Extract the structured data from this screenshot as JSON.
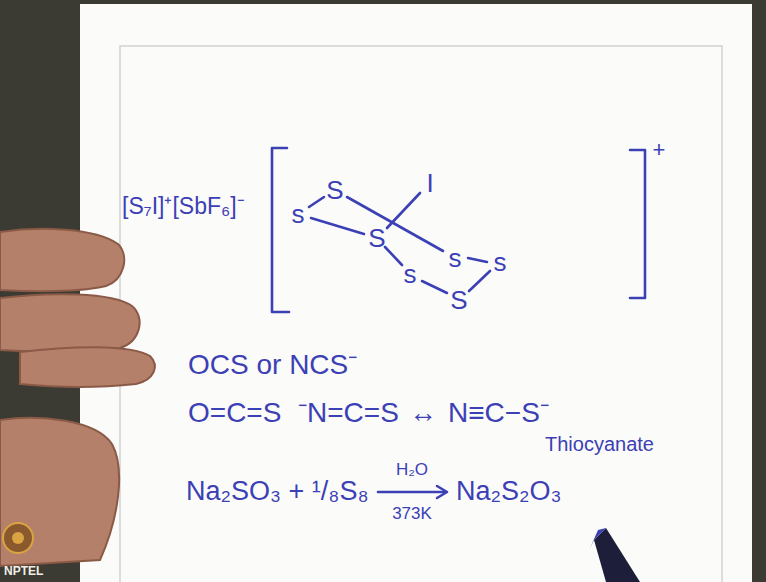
{
  "diagram": {
    "labels": [
      "[S₇I]⁺[SbF₆]⁻",
      "S",
      "I",
      "s",
      "S",
      "s",
      "s",
      "s",
      "S",
      "+",
      "OCS or NCS⁻",
      "O=C=S",
      "⁻N=C=S",
      "↔",
      "N≡C−S⁻",
      "Thiocyanate",
      "Na₂SO₃ + ¹/₈S₈",
      "H₂O",
      "373K",
      "Na₂S₂O₃",
      "NPTEL"
    ]
  }
}
